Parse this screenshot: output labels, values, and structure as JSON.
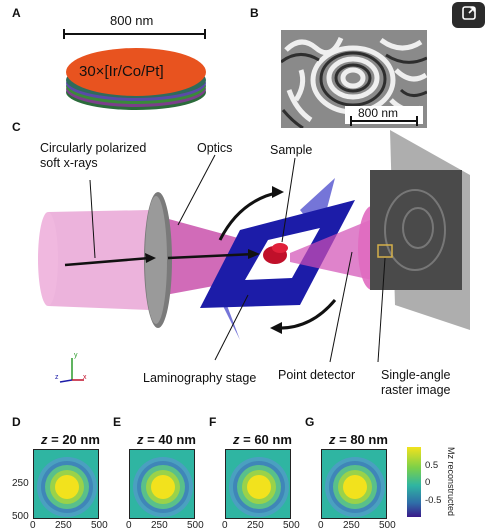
{
  "panels": {
    "A": {
      "letter": "A",
      "scale_label": "800 nm",
      "stack_label": "30×[Ir/Co/Pt]"
    },
    "B": {
      "letter": "B",
      "scale_label": "800 nm"
    },
    "C": {
      "letter": "C",
      "labels": {
        "source": "Circularly polarized\nsoft x-rays",
        "optics": "Optics",
        "sample": "Sample",
        "stage": "Laminography stage",
        "detector": "Point detector",
        "raster": "Single-angle\nraster image"
      },
      "axes": {
        "y": "y",
        "z": "z",
        "x": "x"
      }
    },
    "maps": [
      {
        "letter": "D",
        "z_label": "z",
        "z_value": " = 20 nm"
      },
      {
        "letter": "E",
        "z_label": "z",
        "z_value": " = 40 nm"
      },
      {
        "letter": "F",
        "z_label": "z",
        "z_value": " = 60 nm"
      },
      {
        "letter": "G",
        "z_label": "z",
        "z_value": " = 80 nm"
      }
    ],
    "map_axes": {
      "x_ticks": [
        "0",
        "250",
        "500"
      ],
      "y_ticks": [
        "250",
        "500"
      ]
    },
    "colorbar": {
      "title": "Mz reconstructed",
      "ticks": [
        "0.5",
        "0",
        "-0.5"
      ]
    }
  },
  "colors": {
    "disk_top": "#e8531f",
    "beam": "#d24fb5",
    "stage": "#1c1ca8",
    "map_bg": "#2fb5a2",
    "map_core": "#f2e21d"
  },
  "icons": [
    "expand-icon"
  ]
}
